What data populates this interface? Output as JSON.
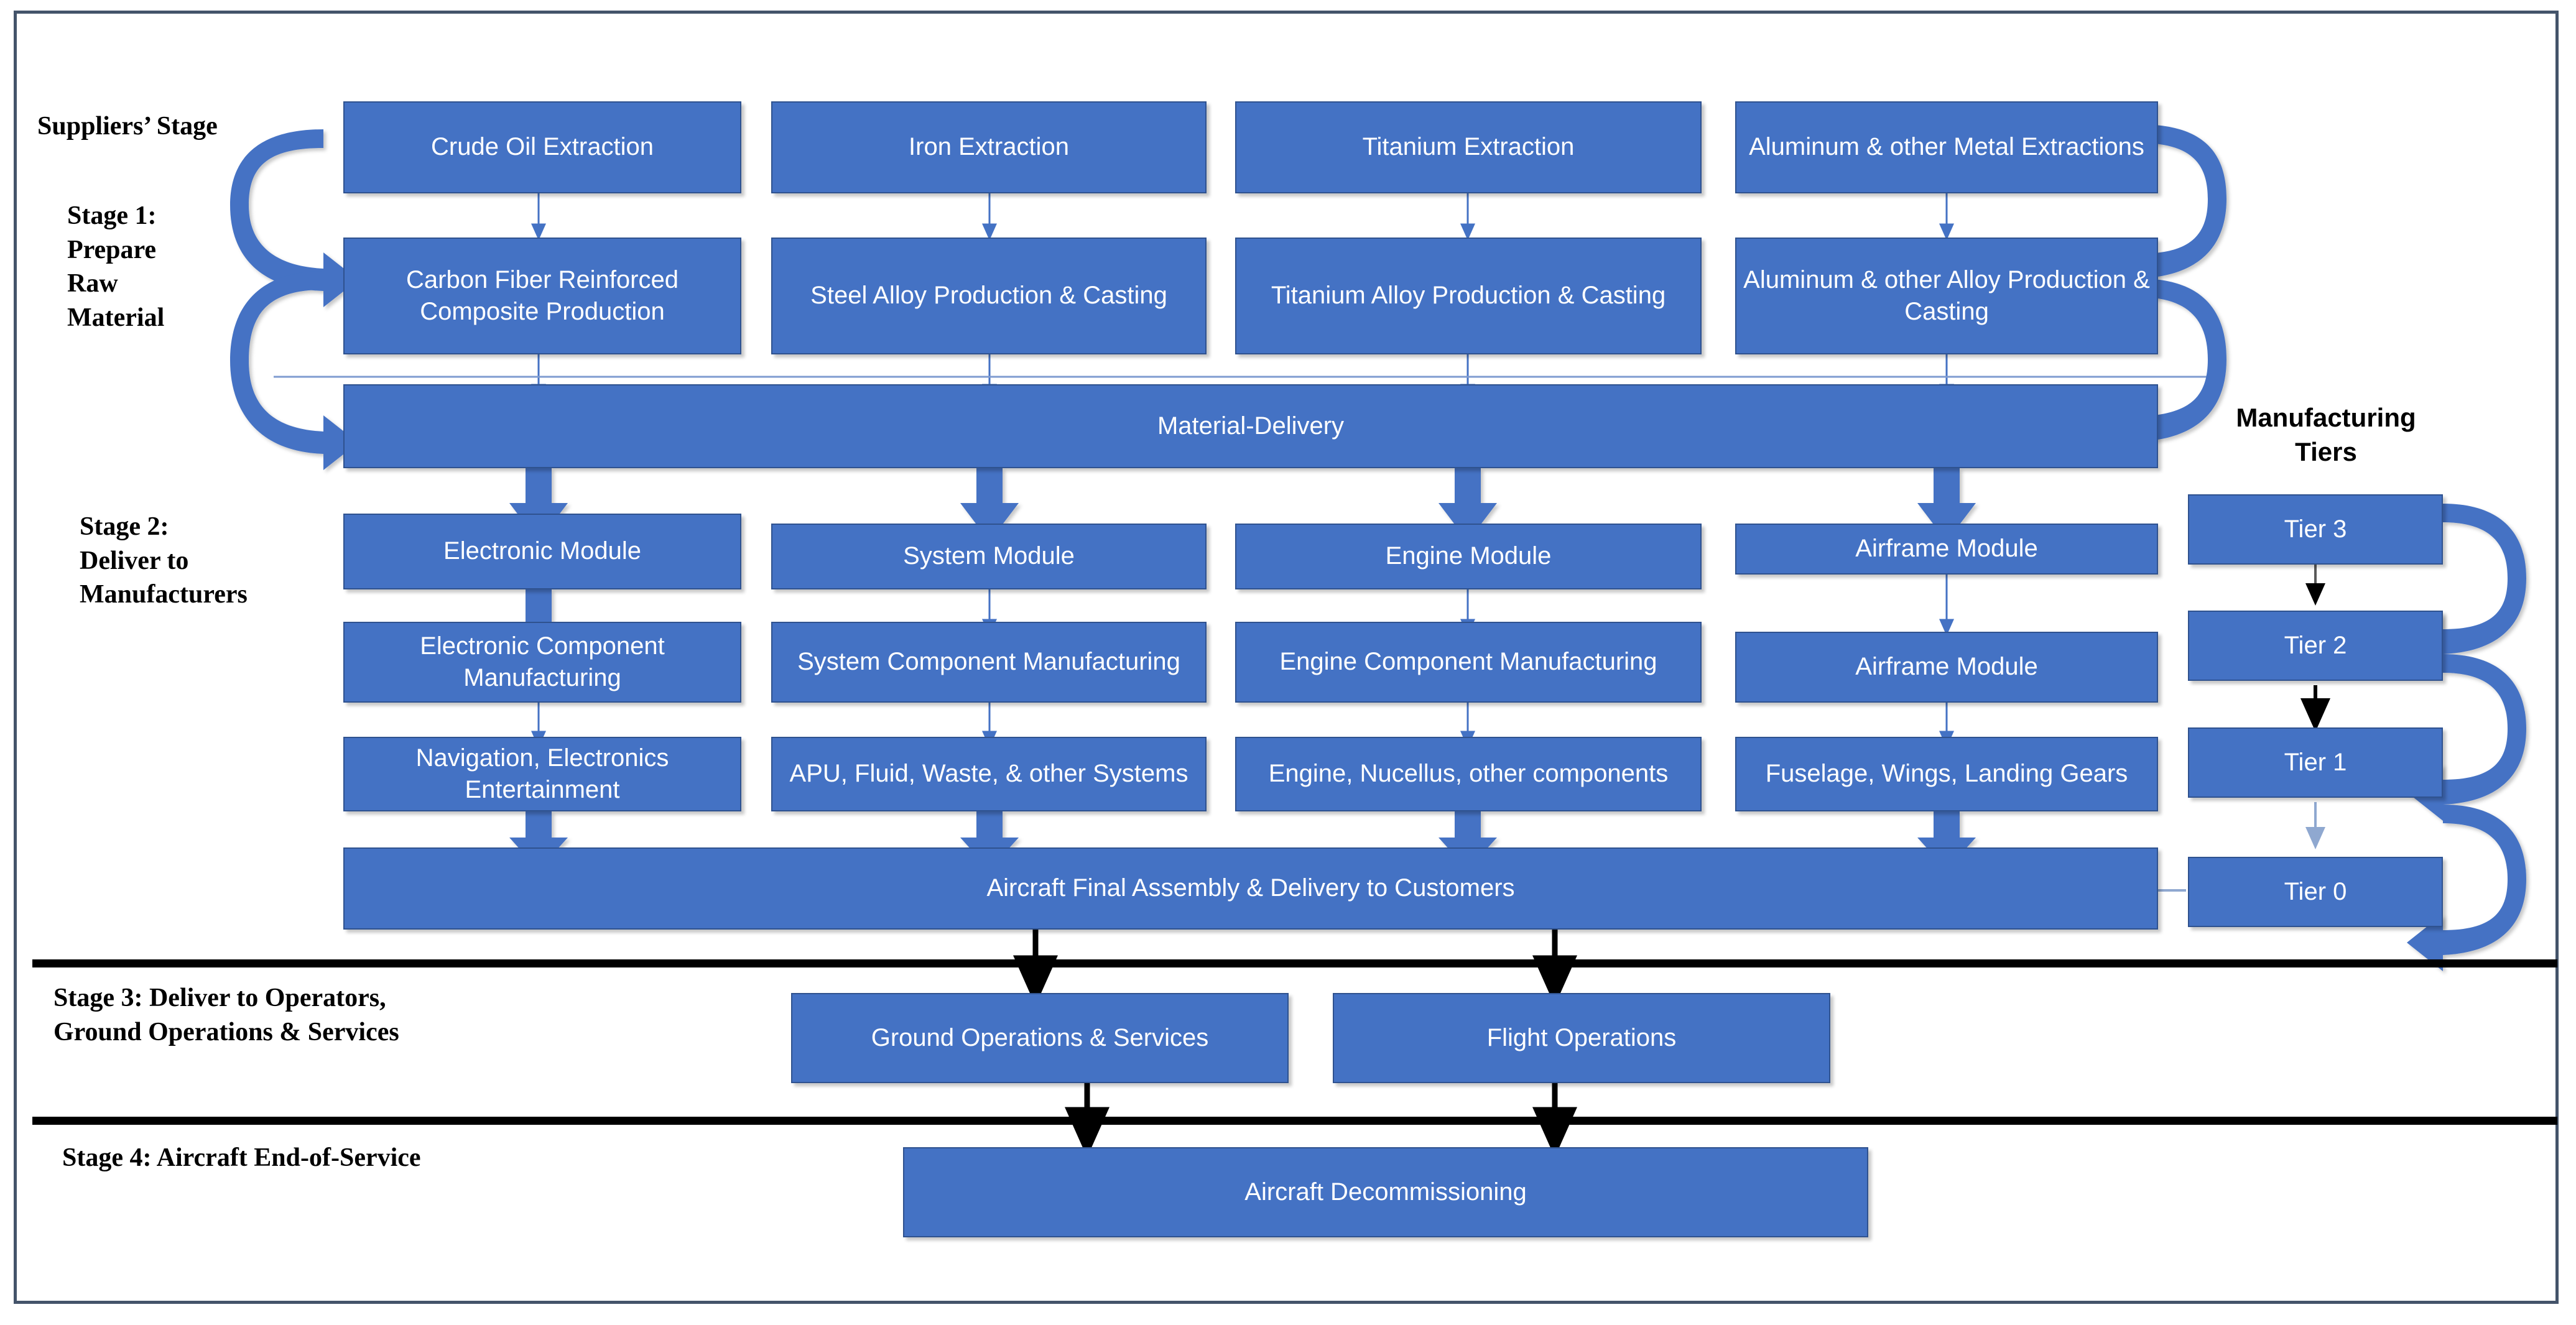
{
  "title": "Aircraft Supply Chain Lifecycle Diagram",
  "colors": {
    "box_fill": "#4472C4",
    "box_border": "#2F528F",
    "frame_border": "#44546A",
    "arrow_blue": "#3A6BBF",
    "arrow_black": "#000000",
    "text_on_box": "#FFFFFF",
    "label_text": "#000000",
    "background": "#FFFFFF"
  },
  "side_labels": {
    "suppliers_stage": "Suppliers’ Stage",
    "stage1": "Stage 1:\nPrepare\nRaw\nMaterial",
    "stage2": "Stage 2:\nDeliver to\nManufacturers",
    "stage3": "Stage 3: Deliver to Operators,\nGround Operations & Services",
    "stage4": "Stage 4: Aircraft End-of-Service",
    "manufacturing_tiers": "Manufacturing\nTiers"
  },
  "stage1": {
    "extraction_row": [
      "Crude Oil Extraction",
      "Iron Extraction",
      "Titanium Extraction",
      "Aluminum & other Metal Extractions"
    ],
    "production_row": [
      "Carbon Fiber Reinforced Composite Production",
      "Steel Alloy Production & Casting",
      "Titanium Alloy Production & Casting",
      "Aluminum & other Alloy Production & Casting"
    ],
    "material_delivery": "Material-Delivery"
  },
  "stage2": {
    "module_row": [
      "Electronic Module",
      "System Module",
      "Engine Module",
      "Airframe Module"
    ],
    "component_row": [
      "Electronic Component Manufacturing",
      "System Component Manufacturing",
      "Engine Component Manufacturing",
      "Airframe Module"
    ],
    "parts_row": [
      "Navigation, Electronics Entertainment",
      "APU, Fluid, Waste, & other Systems",
      "Engine, Nucellus, other components",
      "Fuselage, Wings, Landing Gears"
    ],
    "final_assembly": "Aircraft Final Assembly & Delivery to Customers"
  },
  "tiers": [
    "Tier 3",
    "Tier 2",
    "Tier 1",
    "Tier 0"
  ],
  "stage3": {
    "boxes": [
      "Ground  Operations &  Services",
      "Flight Operations"
    ]
  },
  "stage4": {
    "box": "Aircraft Decommissioning"
  }
}
